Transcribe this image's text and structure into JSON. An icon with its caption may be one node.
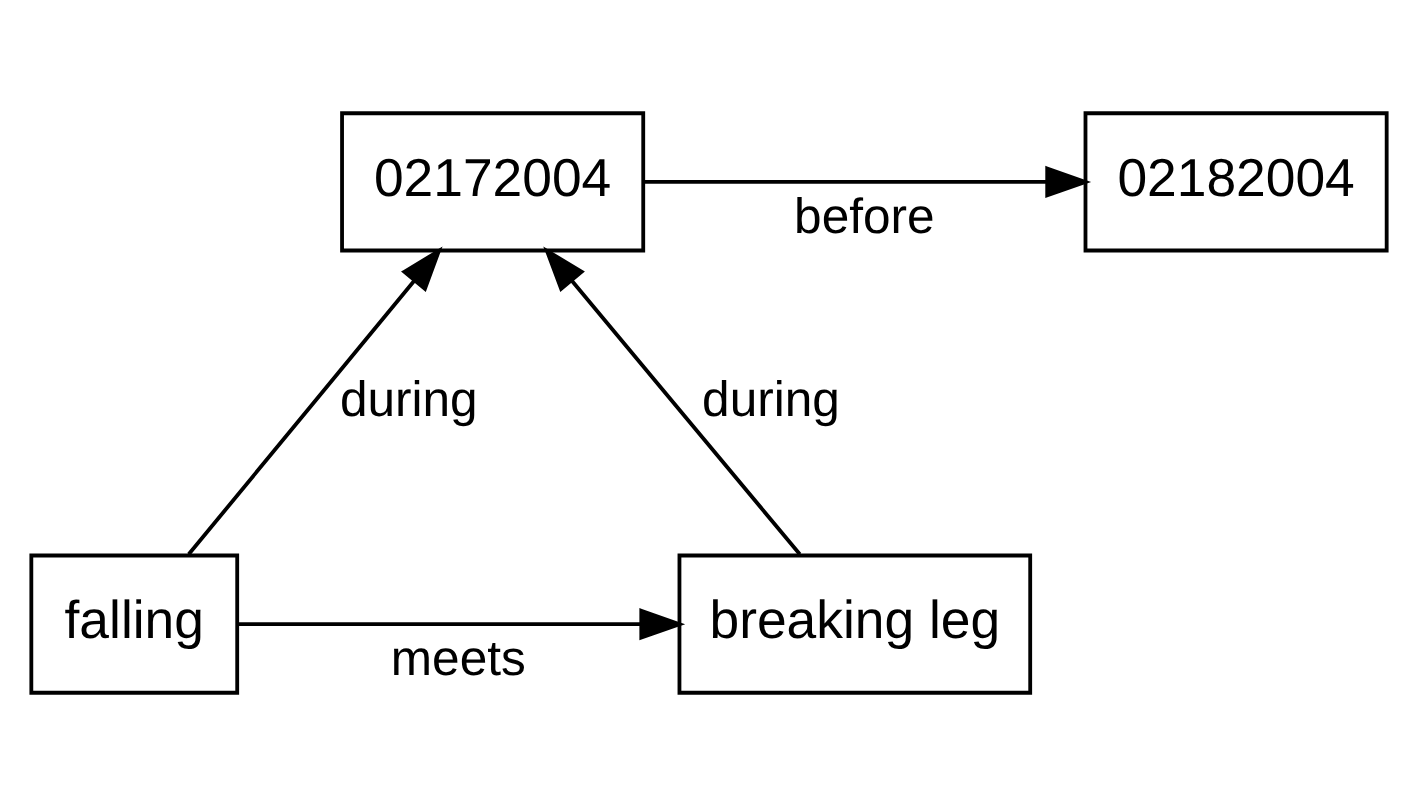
{
  "diagram": {
    "nodes": [
      {
        "text": [
          "02172004"
        ]
      },
      {
        "text": [
          "02182004"
        ]
      },
      {
        "text": [
          "falling"
        ]
      },
      {
        "text": [
          "breaking leg"
        ]
      }
    ],
    "edges": [
      {
        "from": 0,
        "to": 1,
        "arrow": "to",
        "label": "before"
      },
      {
        "from": 2,
        "to": 3,
        "arrow": "to",
        "label": "meets"
      },
      {
        "from": 2,
        "to": 0,
        "arrow": "to",
        "label": "during"
      },
      {
        "from": 3,
        "to": 0,
        "arrow": "to",
        "label": "during"
      }
    ]
  }
}
